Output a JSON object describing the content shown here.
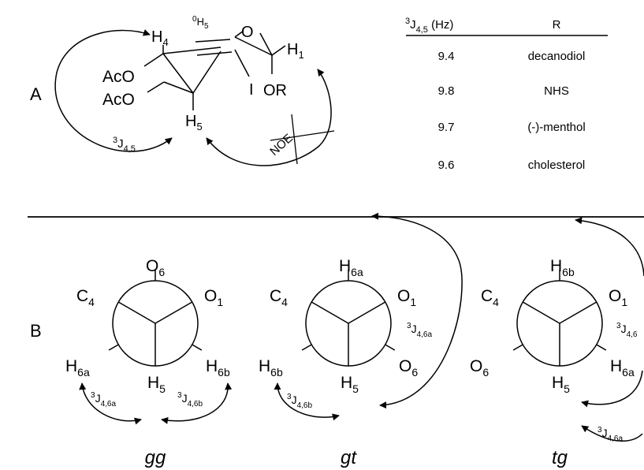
{
  "panel_a": {
    "label": "A",
    "atoms": {
      "h4": "H",
      "h4_sub": "4",
      "oh5_sup": "0",
      "oh5": "H",
      "oh5_sub": "5",
      "o_ring": "O",
      "h1": "H",
      "h1_sub": "1",
      "aco_1": "AcO",
      "aco_2": "AcO",
      "iodo": "I",
      "or": "OR",
      "h5": "H",
      "h5_sub": "5"
    },
    "coupling": {
      "sup": "3",
      "j": "J",
      "sub": "4,5"
    },
    "noe": "NOE"
  },
  "table": {
    "header_j_sup": "3",
    "header_j": "J",
    "header_j_sub": "4,5",
    "header_j_unit": " (Hz)",
    "header_r": "R",
    "rows": [
      {
        "j": "9.4",
        "r": "decanodiol"
      },
      {
        "j": "9.8",
        "r": "NHS"
      },
      {
        "j": "9.7",
        "r": "(-)-menthol"
      },
      {
        "j": "9.6",
        "r": "cholesterol"
      }
    ]
  },
  "panel_b": {
    "label": "B",
    "conformers": [
      {
        "name": "gg",
        "top": "O",
        "top_sub": "6",
        "ul": "C",
        "ul_sub": "4",
        "ur": "O",
        "ur_sub": "1",
        "ll": "H",
        "ll_sub": "6a",
        "lr": "H",
        "lr_sub": "6b",
        "bottom": "H",
        "bottom_sub": "5",
        "j_a_sup": "3",
        "j_a": "J",
        "j_a_sub": "4,6a",
        "j_b_sup": "3",
        "j_b": "J",
        "j_b_sub": "4,6b"
      },
      {
        "name": "gt",
        "top": "H",
        "top_sub": "6a",
        "ul": "C",
        "ul_sub": "4",
        "ur": "O",
        "ur_sub": "1",
        "ll": "H",
        "ll_sub": "6b",
        "lr": "O",
        "lr_sub": "6",
        "bottom": "H",
        "bottom_sub": "5",
        "j_a_sup": "3",
        "j_a": "J",
        "j_a_sub": "4,6a",
        "j_b_sup": "3",
        "j_b": "J",
        "j_b_sub": "4,6b"
      },
      {
        "name": "tg",
        "top": "H",
        "top_sub": "6b",
        "ul": "C",
        "ul_sub": "4",
        "ur": "O",
        "ur_sub": "1",
        "ll": "O",
        "ll_sub": "6",
        "lr": "H",
        "lr_sub": "6a",
        "bottom": "H",
        "bottom_sub": "5",
        "j_a_sup": "3",
        "j_a": "J",
        "j_a_sub": "4,6",
        "j_b_sup": "3",
        "j_b": "J",
        "j_b_sub": "4,6a"
      }
    ]
  }
}
